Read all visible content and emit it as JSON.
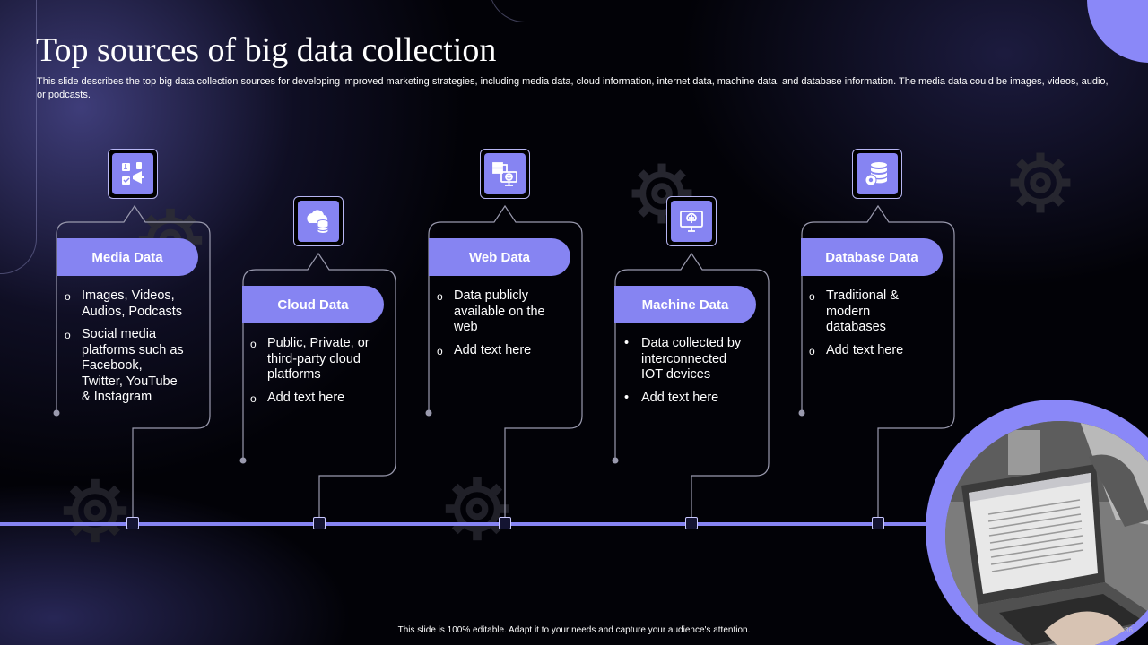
{
  "title": "Top sources of big data collection",
  "subtitle": "This slide describes the top big data collection sources for developing improved marketing strategies, including media data, cloud information, internet data, machine data, and database information. The media data could be images, videos, audio, or podcasts.",
  "cards": [
    {
      "heading": "Media Data",
      "icon": "media-icon",
      "items": [
        {
          "marker": "o",
          "text": "Images,  Videos, Audios, Podcasts"
        },
        {
          "marker": "o",
          "text": "Social media platforms such as Facebook, Twitter, YouTube & Instagram"
        }
      ]
    },
    {
      "heading": "Cloud Data",
      "icon": "cloud-database-icon",
      "items": [
        {
          "marker": "o",
          "text": "Public, Private, or third-party cloud platforms"
        },
        {
          "marker": "o",
          "text": "Add text here"
        }
      ]
    },
    {
      "heading": "Web Data",
      "icon": "web-network-icon",
      "items": [
        {
          "marker": "o",
          "text": "Data publicly available on the web"
        },
        {
          "marker": "o",
          "text": "Add text here"
        }
      ]
    },
    {
      "heading": "Machine Data",
      "icon": "monitor-brain-icon",
      "items": [
        {
          "marker": "•",
          "text": "Data  collected by interconnected IOT devices"
        },
        {
          "marker": "•",
          "text": "Add text here"
        }
      ]
    },
    {
      "heading": "Database Data",
      "icon": "database-gear-icon",
      "items": [
        {
          "marker": "o",
          "text": "Traditional & modern databases"
        },
        {
          "marker": "o",
          "text": "Add text here"
        }
      ]
    }
  ],
  "footer": "This slide is 100% editable.  Adapt it to your needs and capture your audience's attention.",
  "page_number": "36",
  "colors": {
    "accent": "#8684f2",
    "background": "#020207",
    "text": "#ffffff"
  }
}
